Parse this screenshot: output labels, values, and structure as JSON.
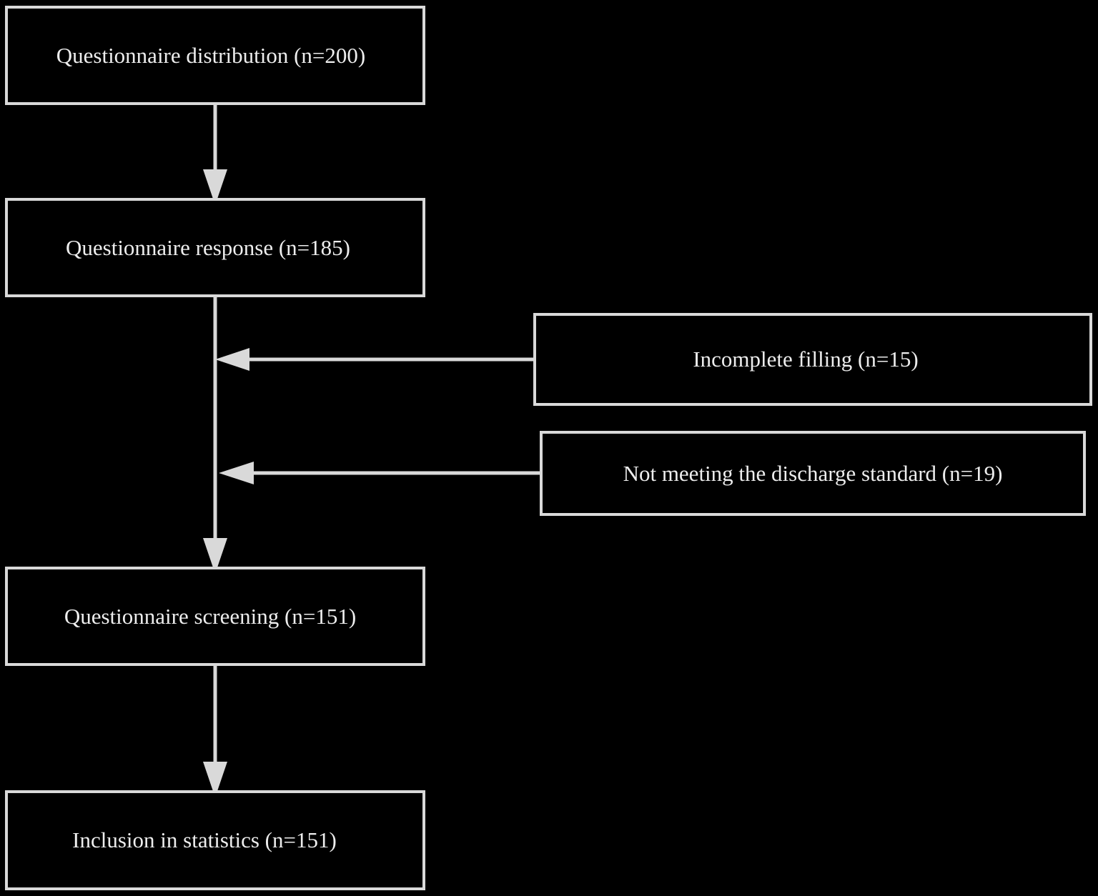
{
  "colors": {
    "background": "#000000",
    "stroke": "#d9d9d9",
    "text": "#ededed"
  },
  "nodes": {
    "distribution": {
      "label": "Questionnaire distribution (n=200)"
    },
    "response": {
      "label": "Questionnaire response (n=185)"
    },
    "incomplete": {
      "label": "Incomplete filling (n=15)"
    },
    "discharge": {
      "label": "Not meeting the discharge standard (n=19)"
    },
    "screening": {
      "label": "Questionnaire screening (n=151)"
    },
    "inclusion": {
      "label": "Inclusion in statistics (n=151)"
    }
  }
}
